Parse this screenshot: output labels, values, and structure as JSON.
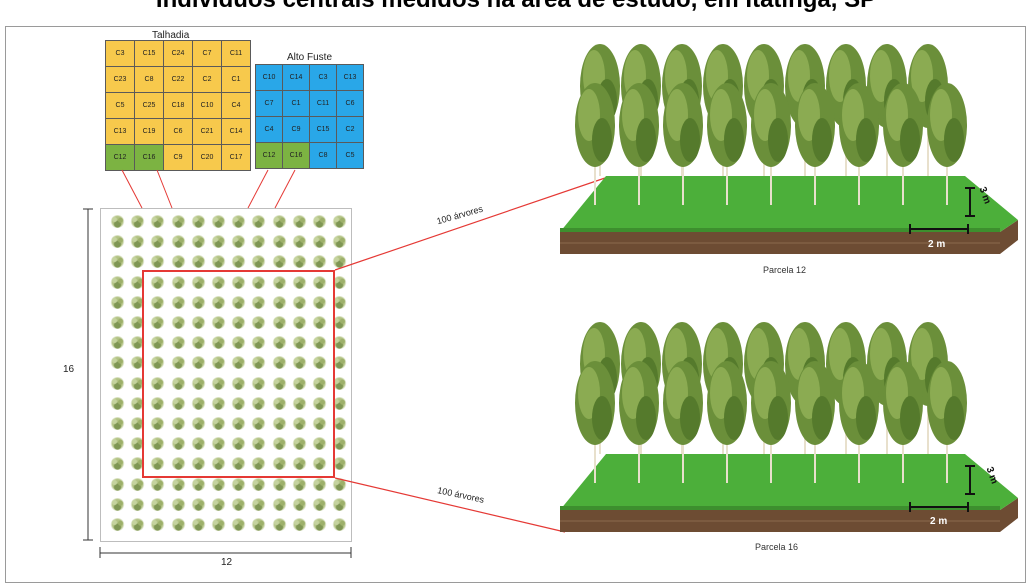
{
  "title": "Indivíduos centrais medidos na área de estudo, em Itatinga, SP",
  "talhadia": {
    "title": "Talhadia",
    "rows": [
      [
        "C3",
        "C15",
        "C24",
        "C7",
        "C11"
      ],
      [
        "C23",
        "C8",
        "C22",
        "C2",
        "C1"
      ],
      [
        "C5",
        "C25",
        "C18",
        "C10",
        "C4"
      ],
      [
        "C13",
        "C19",
        "C6",
        "C21",
        "C14"
      ],
      [
        "C12",
        "C16",
        "C9",
        "C20",
        "C17"
      ]
    ]
  },
  "alto_fuste": {
    "title": "Alto Fuste",
    "rows": [
      [
        "C10",
        "C14",
        "C3",
        "C13"
      ],
      [
        "C7",
        "C1",
        "C11",
        "C6"
      ],
      [
        "C4",
        "C9",
        "C15",
        "C2"
      ],
      [
        "C12",
        "C16",
        "C8",
        "C5"
      ]
    ]
  },
  "plot": {
    "height_label": "16",
    "width_label": "12"
  },
  "parcels": [
    {
      "caption": "Parcela 12",
      "trees_label": "100 árvores",
      "depth_label": "3 m",
      "width_label": "2 m"
    },
    {
      "caption": "Parcela 16",
      "trees_label": "100 árvores",
      "depth_label": "3 m",
      "width_label": "2 m"
    }
  ],
  "colors": {
    "talhadia": "#f7c94c",
    "highlight": "#7cb342",
    "alto_fuste": "#29a7e8",
    "connector": "#e53935"
  }
}
